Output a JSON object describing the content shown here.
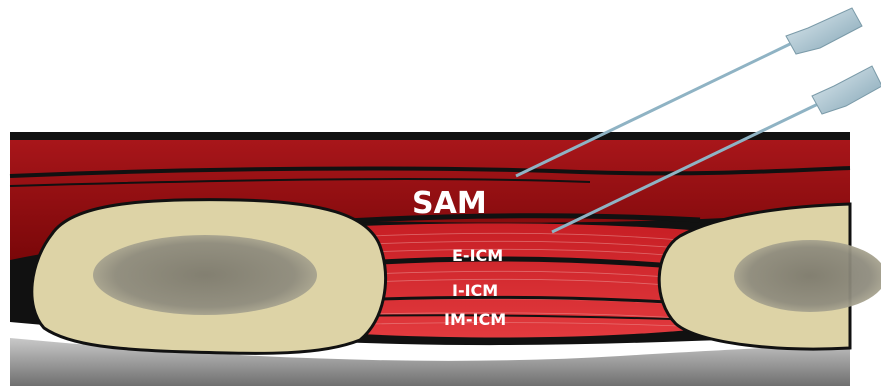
{
  "labels": {
    "sam": "SAM",
    "e_icm": "E-ICM",
    "i_icm": "I-ICM",
    "im_icm": "IM-ICM"
  },
  "colors": {
    "muscle": "#8f0a0c",
    "muscle_light": "#d3242a",
    "fascia": "#111111",
    "bone": "#ddd3a6",
    "marrow": "#8e8b7c",
    "needle_shaft": "#8fb3c4",
    "needle_hub": "#a9c4cf",
    "pleura": "#9a9a9a"
  },
  "icons": [
    "needle-icon",
    "needle-icon",
    "rib-icon",
    "rib-icon"
  ]
}
